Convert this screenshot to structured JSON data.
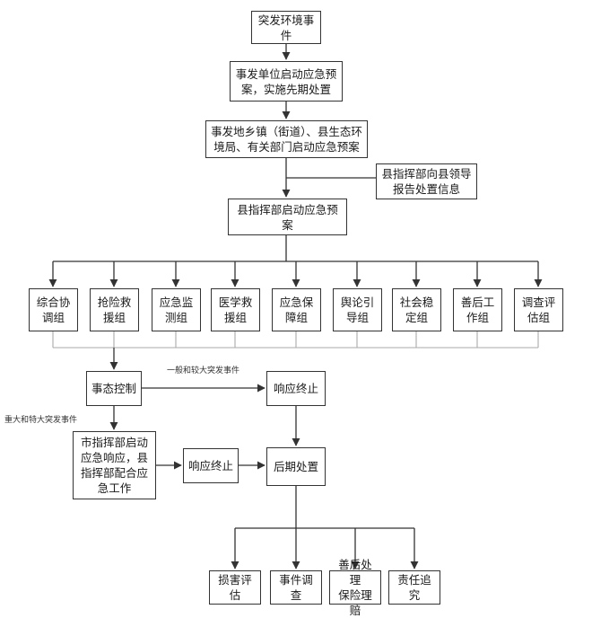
{
  "nodes": {
    "start": "突发环境事件",
    "unit": "事发单位启动应急预\n案，实施先期处置",
    "town": "事发地乡镇（街道）、县生态环\n境局、有关部门启动应急预案",
    "report": "县指挥部向县领导\n报告处置信息",
    "county": "县指挥部启动应急预案",
    "control": "事态控制",
    "city": "市指挥部启动\n应急响应，县\n指挥部配合应\n急工作",
    "end1": "响应终止",
    "end2": "响应终止",
    "after": "后期处置"
  },
  "groups": [
    "综合协\n调组",
    "抢险救\n援组",
    "应急监\n测组",
    "医学救\n援组",
    "应急保\n障组",
    "舆论引\n导组",
    "社会稳\n定组",
    "善后工\n作组",
    "调查评\n估组"
  ],
  "outcomes": [
    "损害评估",
    "事件调查",
    "善后处理\n保险理赔",
    "责任追究"
  ],
  "labels": {
    "general": "一般和较大突发事件",
    "major": "重大和特大突发事件"
  }
}
